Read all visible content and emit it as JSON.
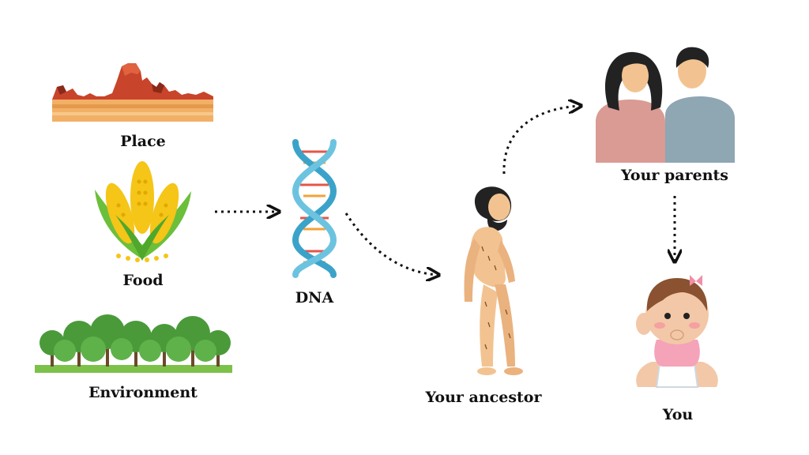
{
  "labels": {
    "place": "Place",
    "food": "Food",
    "environment": "Environment",
    "dna": "DNA",
    "ancestor": "Your ancestor",
    "parents": "Your parents",
    "you": "You"
  },
  "colors": {
    "arrow": "#111111",
    "label": "#111111",
    "desert_rock": "#c8442a",
    "sand": "#f2b067",
    "corn": "#f5c518",
    "leaf": "#6cbf3a",
    "tree": "#4a9a3a",
    "dna_strand": "#3ba3c9",
    "skin": "#f2c391",
    "hair": "#222222",
    "mother_shirt": "#d99b93",
    "father_shirt": "#8fa6b3",
    "bow": "#ef8fa8"
  },
  "icons": [
    "desert-mesa-icon",
    "corn-icon",
    "forest-icon",
    "dna-helix-icon",
    "caveman-icon",
    "parents-icon",
    "baby-icon"
  ]
}
